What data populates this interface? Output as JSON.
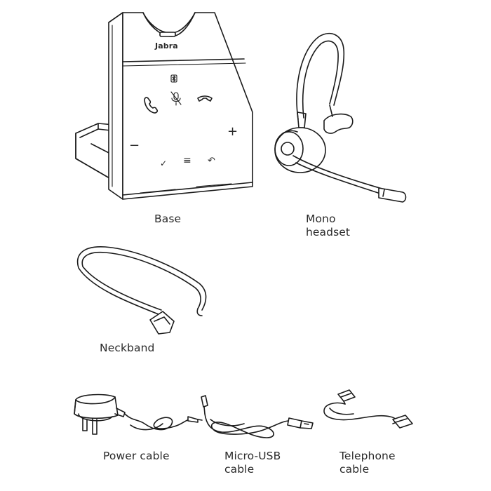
{
  "items": {
    "base": {
      "label": "Base"
    },
    "headset": {
      "label_line1": "Mono",
      "label_line2": "headset"
    },
    "neckband": {
      "label": "Neckband"
    },
    "power_cable": {
      "label": "Power cable"
    },
    "micro_usb": {
      "label_line1": "Micro-USB",
      "label_line2": "cable"
    },
    "telephone": {
      "label_line1": "Telephone",
      "label_line2": "cable"
    }
  },
  "base_device": {
    "brand": "Jabra",
    "controls": {
      "minus": "−",
      "plus": "+",
      "check": "✓",
      "menu": "≡",
      "back": "↶"
    }
  },
  "icons": [
    "call-answer-icon",
    "mute-icon",
    "call-end-icon",
    "bluetooth-icon"
  ]
}
